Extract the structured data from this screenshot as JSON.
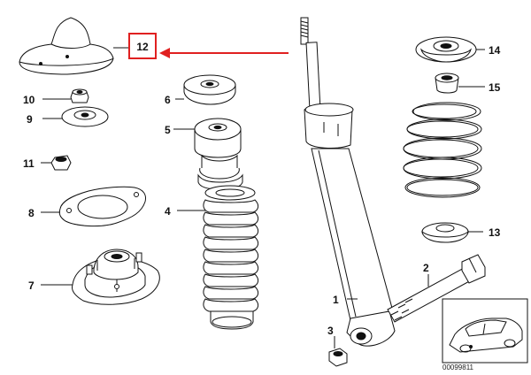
{
  "callouts": {
    "p1": "1",
    "p2": "2",
    "p3": "3",
    "p4": "4",
    "p5": "5",
    "p6": "6",
    "p7": "7",
    "p8": "8",
    "p9": "9",
    "p10": "10",
    "p11": "11",
    "p12": "12",
    "p13": "13",
    "p14": "14",
    "p15": "15"
  },
  "diagram_id": "00099811",
  "colors": {
    "highlight": "#e02020",
    "ink": "#111111"
  },
  "icons": {
    "car": "car-thumbnail-icon"
  }
}
